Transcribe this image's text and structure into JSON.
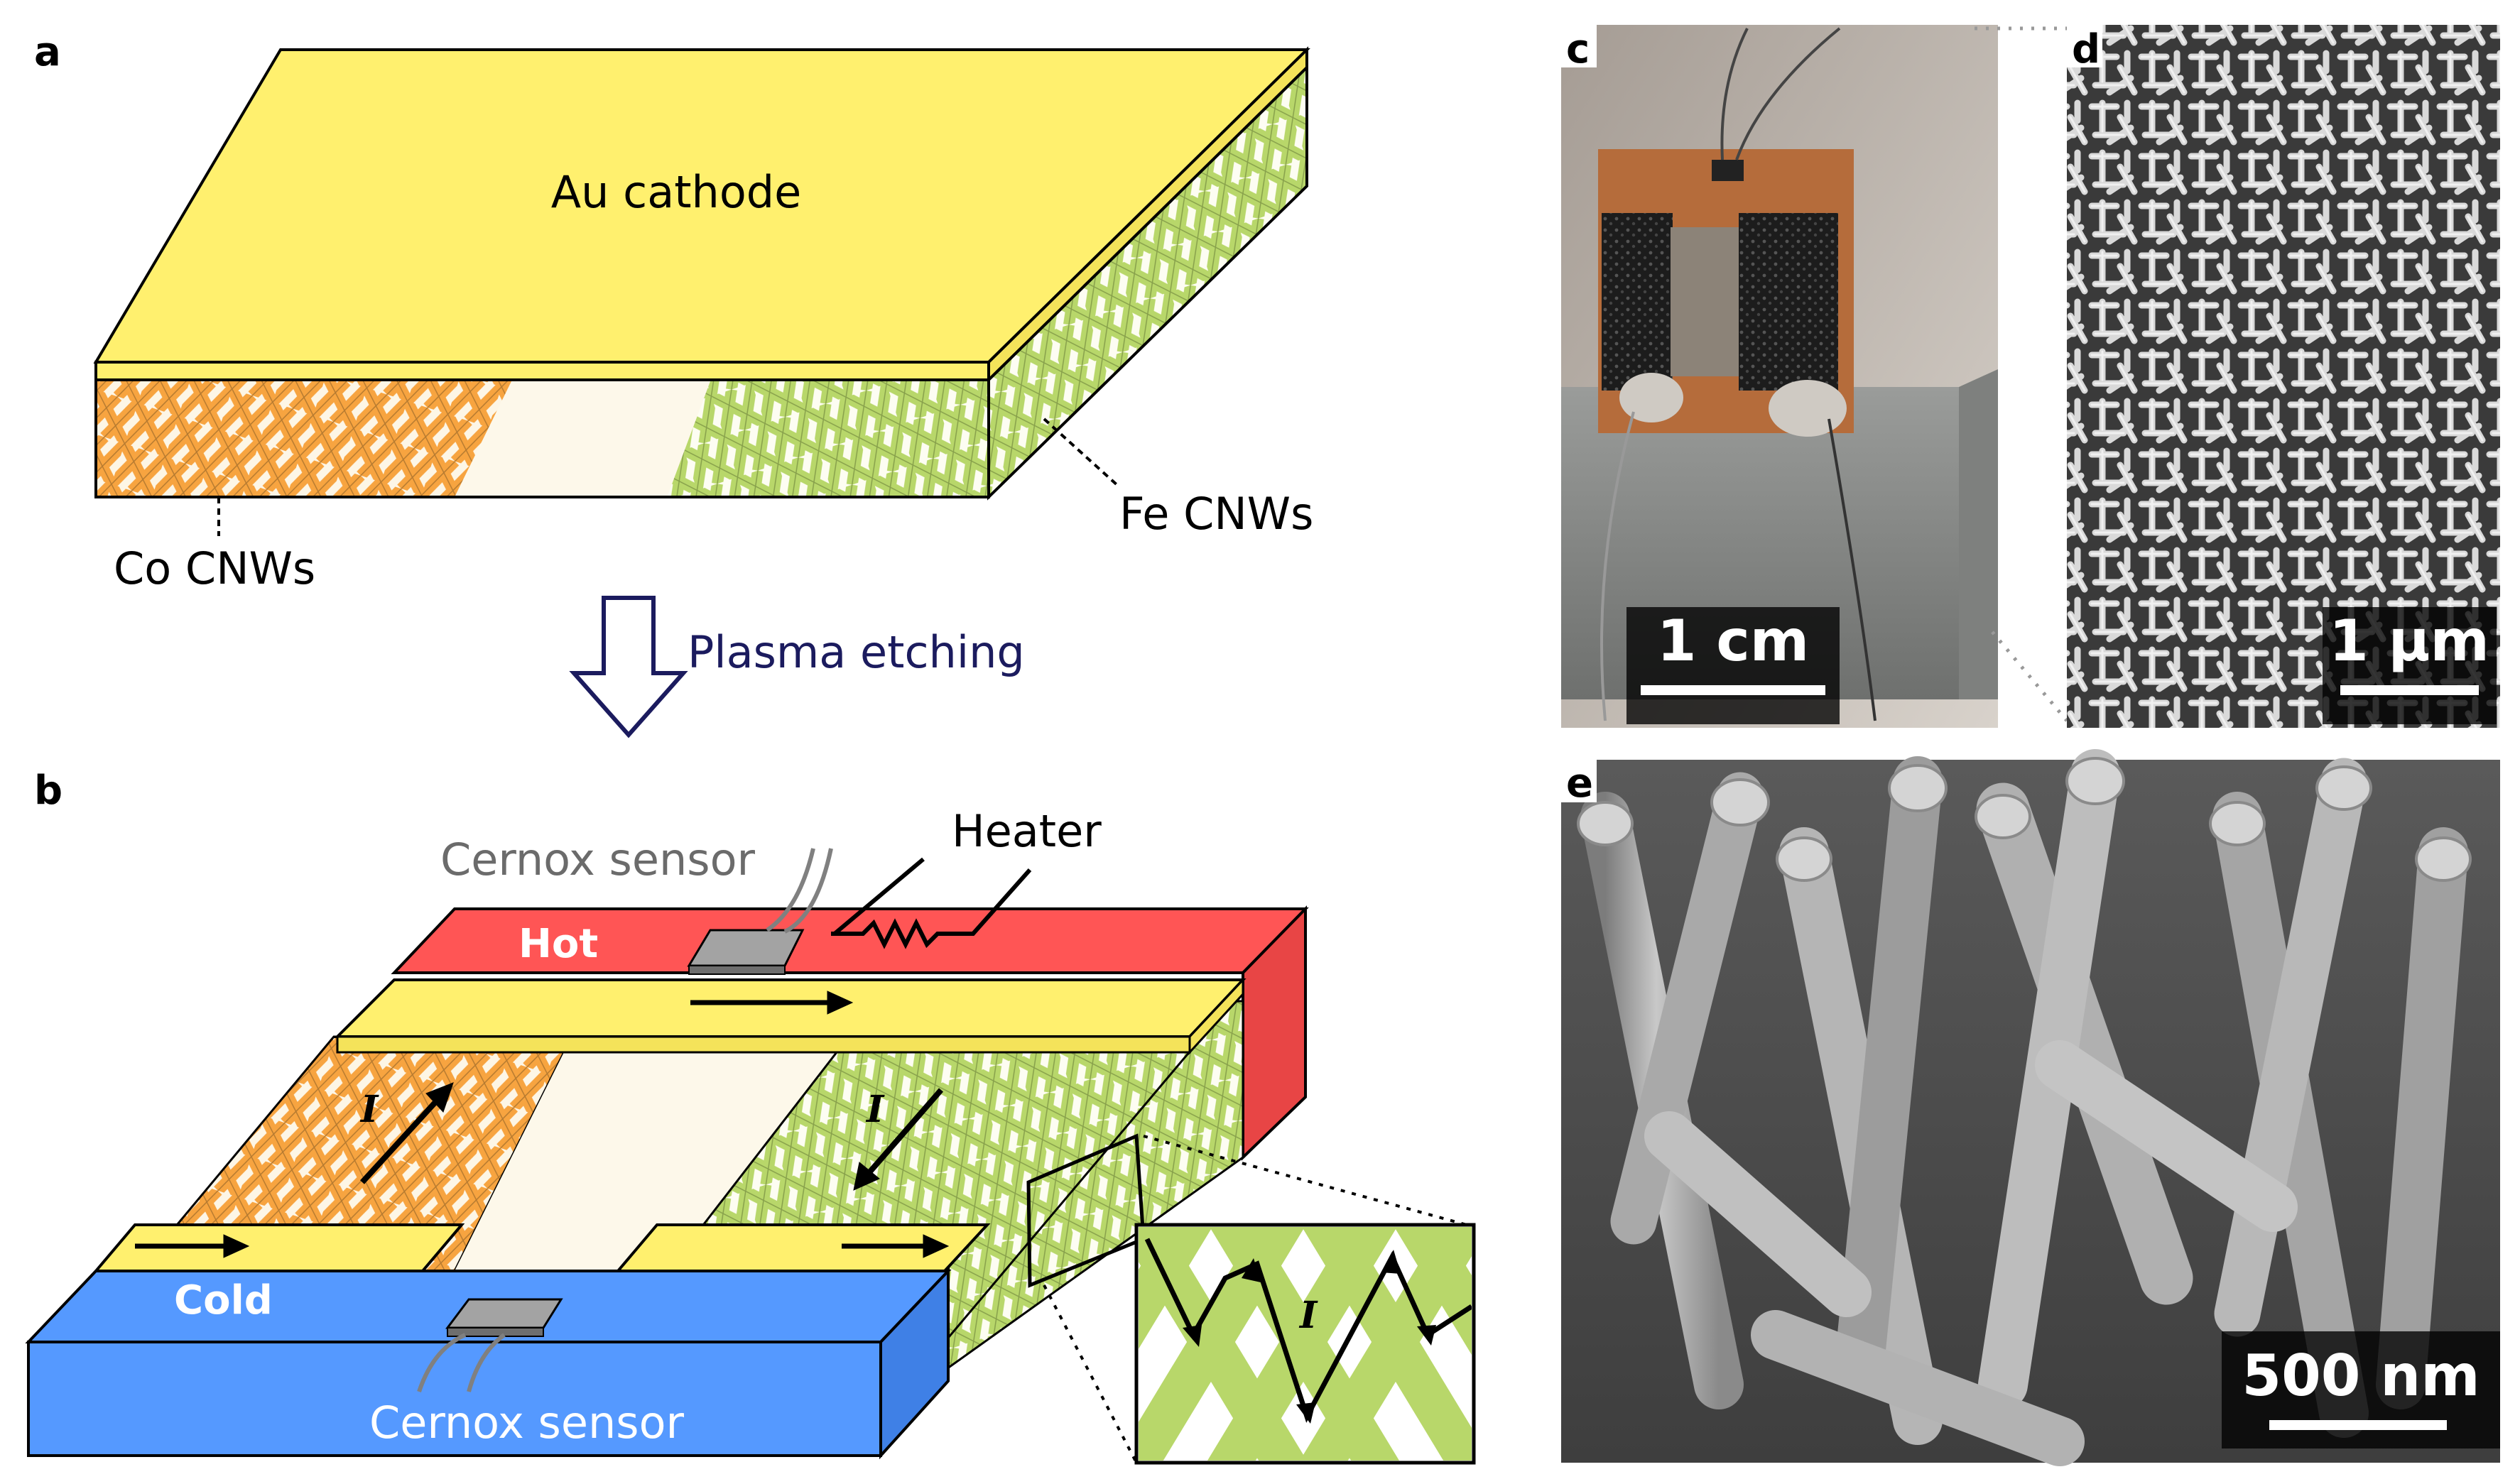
{
  "panel_labels": {
    "a": "a",
    "b": "b",
    "c": "c",
    "d": "d",
    "e": "e"
  },
  "panel_a": {
    "cathode_label": "Au cathode",
    "co_label": "Co CNWs",
    "fe_label": "Fe CNWs"
  },
  "process": {
    "label": "Plasma etching"
  },
  "panel_b": {
    "sensor_top_label": "Cernox sensor",
    "heater_label": "Heater",
    "hot_label": "Hot",
    "cold_label": "Cold",
    "sensor_bottom_label": "Cernox sensor",
    "current_symbol": "I"
  },
  "scale_bars": {
    "c": "1 cm",
    "d": "1 μm",
    "e": "500 nm"
  },
  "colors": {
    "gold": "#fff06e",
    "cobalt": "#f7a440",
    "iron": "#b8d76a",
    "hot": "#ff5555",
    "cold": "#5599ff"
  }
}
